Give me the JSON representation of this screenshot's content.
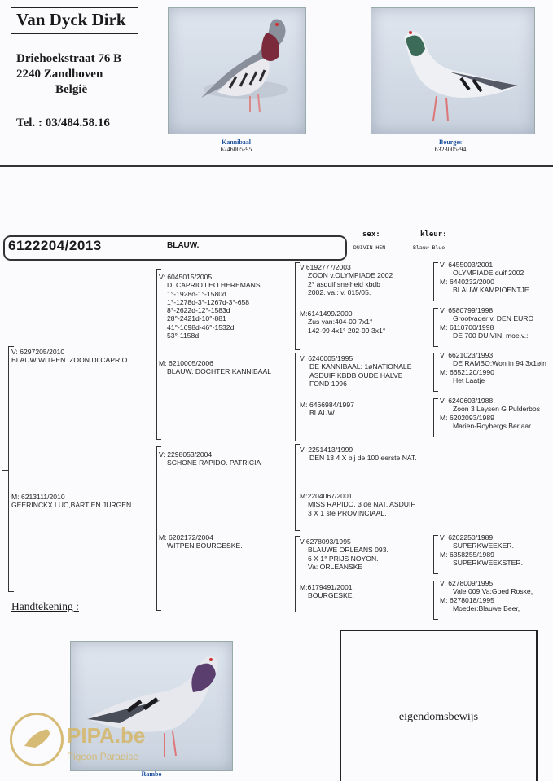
{
  "header": {
    "name": "Van Dyck Dirk",
    "street": "Driehoekstraat 76 B",
    "city": "2240 Zandhoven",
    "country": "België",
    "phone": "Tel. : 03/484.58.16"
  },
  "photos": [
    {
      "name": "Kannibaal",
      "ring": "6246005-95"
    },
    {
      "name": "Bourges",
      "ring": "6323005-94"
    },
    {
      "name": "Rambo"
    }
  ],
  "bird": {
    "ring": "6122204/2013",
    "color": "BLAUW.",
    "sex_label": "sex:",
    "sex_value": "DUIVIN-HEN",
    "color_label": "kleur:",
    "color_value": "Blauw-Blue"
  },
  "gen1": {
    "father": [
      "V:",
      "6297205/2010",
      "BLAUW WITPEN. ZOON DI CAPRIO."
    ],
    "mother": [
      "M:",
      "6213111/2010",
      "GEERINCKX LUC,BART EN JURGEN."
    ]
  },
  "gen2": [
    {
      "tag": "V:",
      "lines": [
        "6045015/2005",
        "DI CAPRIO.LEO HEREMANS.",
        "1°-1928d-1°-1580d",
        "1°-1278d-3°-1267d-3°-658",
        "8°-2622d-12°-1583d",
        "28°-2421d-10°-881",
        "41°-1698d-46°-1532d",
        "53°-1158d"
      ]
    },
    {
      "tag": "M:",
      "lines": [
        "6210005/2006",
        "BLAUW. DOCHTER KANNIBAAL"
      ]
    },
    {
      "tag": "V:",
      "lines": [
        "2298053/2004",
        "SCHONE RAPIDO. PATRICIA"
      ]
    },
    {
      "tag": "M:",
      "lines": [
        "6202172/2004",
        "WITPEN BOURGESKE."
      ]
    }
  ],
  "gen3": [
    {
      "tag": "V:",
      "lines": [
        "6192777/2003",
        "ZOON v.OLYMPIADE 2002",
        "2° asduif snelheid kbdb",
        "2002. va.: v. 015/05."
      ]
    },
    {
      "tag": "M:",
      "lines": [
        "6141499/2000",
        "Zus van:404-00 7x1°",
        "142-99 4x1° 202-99 3x1°"
      ]
    },
    {
      "tag": "V:",
      "lines": [
        "6246005/1995",
        "DE KANNIBAAL: 1øNATIONALE",
        "ASDUIF KBDB OUDE HALVE",
        "FOND 1996"
      ]
    },
    {
      "tag": "M:",
      "lines": [
        "6466984/1997",
        "BLAUW."
      ]
    },
    {
      "tag": "V:",
      "lines": [
        "2251413/1999",
        "DEN 13  4 X bij de 100 eerste NAT."
      ]
    },
    {
      "tag": "M:",
      "lines": [
        "2204067/2001",
        "MISS RAPIDO. 3 de NAT. ASDUIF",
        "3 X 1 ste PROVINCIAAL."
      ]
    },
    {
      "tag": "V:",
      "lines": [
        "6278093/1995",
        "BLAUWE ORLEANS 093.",
        "6 X 1° PRIJS NOYON.",
        "Va: ORLEANSKE"
      ]
    },
    {
      "tag": "M:",
      "lines": [
        "6179491/2001",
        "BOURGESKE."
      ]
    }
  ],
  "gen4": [
    {
      "v": [
        "6455003/2001",
        "OLYMPIADE duif 2002"
      ],
      "m": [
        "6440232/2000",
        "BLAUW KAMPIOENTJE."
      ]
    },
    {
      "v": [
        "6580799/1998",
        "Grootvader v. DEN EURO"
      ],
      "m": [
        "6110700/1998",
        "DE 700 DUIVIN. moe.v.:"
      ]
    },
    {
      "v": [
        "6621023/1993",
        "DE RAMBO:Won in 94 3x1øin"
      ],
      "m": [
        "6652120/1990",
        "Het Laatje"
      ]
    },
    {
      "v": [
        "6240603/1988",
        "Zoon 3 Leysen G Pulderbos"
      ],
      "m": [
        "6202093/1989",
        "Marien-Roybergs Berlaar"
      ]
    },
    {
      "v": [
        "6202250/1989",
        "SUPERKWEEKER."
      ],
      "m": [
        "6358255/1989",
        "SUPERKWEEKSTER."
      ]
    },
    {
      "v": [
        "6278009/1995",
        "Vale 009.Va:Goed Roske,"
      ],
      "m": [
        "6278018/1995",
        "Moeder:Blauwe Beer,"
      ]
    }
  ],
  "signature_label": "Handtekening :",
  "ownership_label": "eigendomsbewijs",
  "watermark": {
    "title": "PIPA.be",
    "subtitle": "Pigeon Paradise"
  }
}
